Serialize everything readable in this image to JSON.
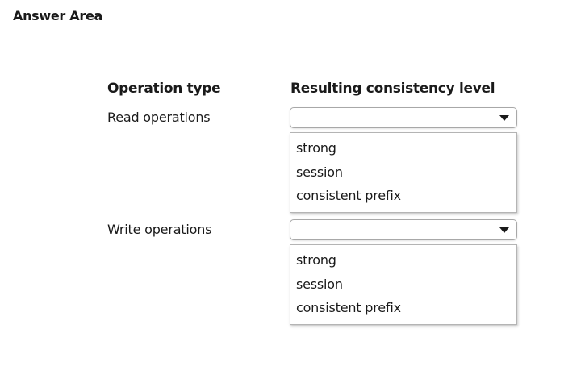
{
  "page": {
    "title": "Answer Area"
  },
  "columns": {
    "operation_type": "Operation type",
    "consistency_level": "Resulting consistency level"
  },
  "rows": [
    {
      "label": "Read operations",
      "selected": "",
      "options": [
        "strong",
        "session",
        "consistent prefix"
      ]
    },
    {
      "label": "Write operations",
      "selected": "",
      "options": [
        "strong",
        "session",
        "consistent prefix"
      ]
    }
  ],
  "icons": {
    "dropdown_arrow": "caret-down-icon"
  },
  "colors": {
    "text": "#1a1a1a",
    "border": "#a8a8a8",
    "background": "#ffffff"
  }
}
